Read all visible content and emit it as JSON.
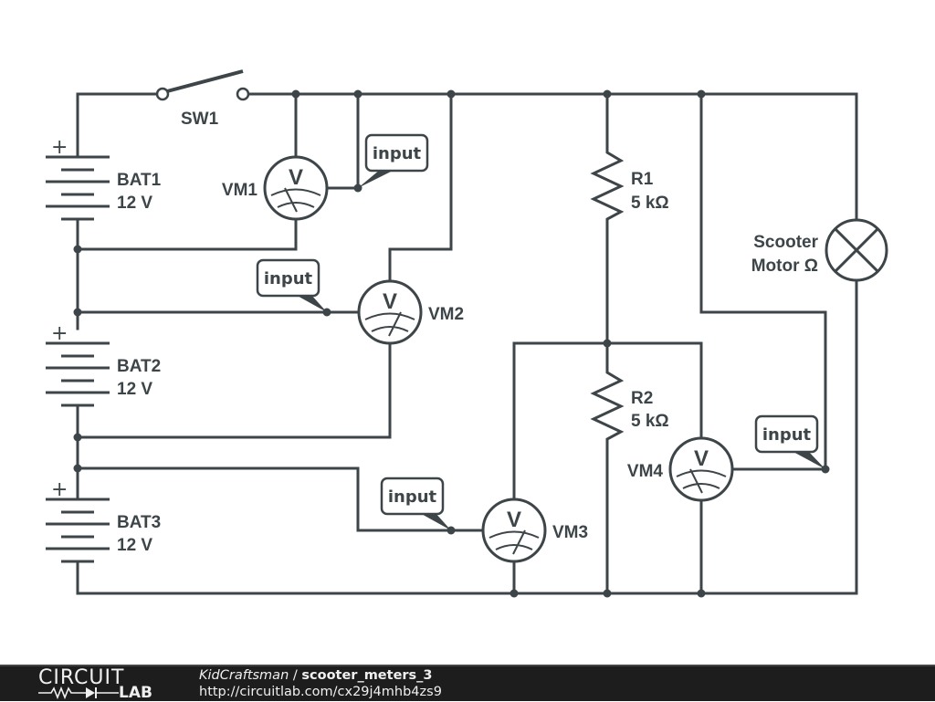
{
  "circuit": {
    "switch": {
      "name": "SW1"
    },
    "batteries": [
      {
        "name": "BAT1",
        "value": "12 V",
        "polarity": "+"
      },
      {
        "name": "BAT2",
        "value": "12 V",
        "polarity": "+"
      },
      {
        "name": "BAT3",
        "value": "12 V",
        "polarity": "+"
      }
    ],
    "resistors": [
      {
        "name": "R1",
        "value": "5 kΩ"
      },
      {
        "name": "R2",
        "value": "5 kΩ"
      }
    ],
    "motor": {
      "line1": "Scooter",
      "line2": "Motor Ω",
      "icon": "lamp-x-icon"
    },
    "voltmeters": [
      {
        "name": "VM1",
        "glyph": "V",
        "tag": "input"
      },
      {
        "name": "VM2",
        "glyph": "V",
        "tag": "input"
      },
      {
        "name": "VM3",
        "glyph": "V",
        "tag": "input"
      },
      {
        "name": "VM4",
        "glyph": "V",
        "tag": "input"
      }
    ]
  },
  "colors": {
    "wire": "#3d4548",
    "footer_bg": "#1d1d1d",
    "footer_text": "#f0f0f0"
  },
  "footer": {
    "logo_top": "CIRCUIT",
    "logo_bottom": "LAB",
    "author": "KidCraftsman",
    "separator": " / ",
    "title": "scooter_meters_3",
    "url": "http://circuitlab.com/cx29j4mhb4zs9"
  }
}
